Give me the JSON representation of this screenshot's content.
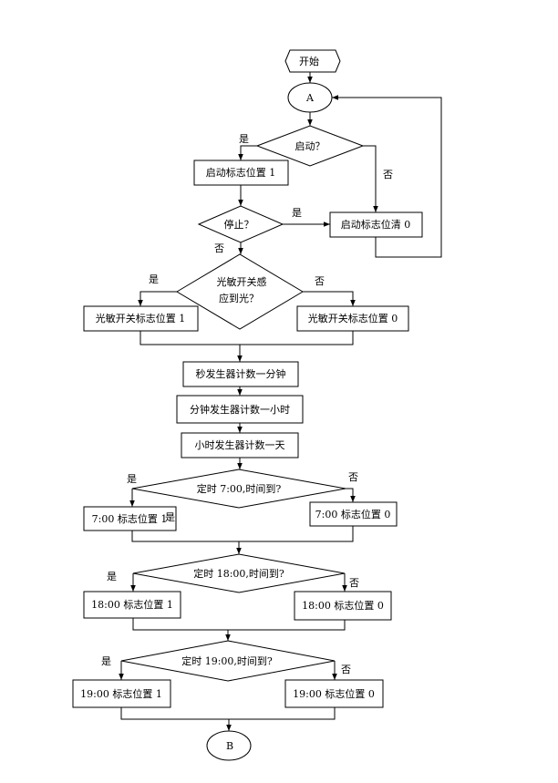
{
  "nodes": {
    "start": "开始",
    "connector_a": "A",
    "decision_start": "启动？",
    "set_start_flag": "启动标志位置 1",
    "decision_stop": "停止？",
    "clear_start_flag": "启动标志位清 0",
    "decision_light_line1": "光敏开关感",
    "decision_light_line2": "应到光？",
    "set_light_flag": "光敏开关标志位置 1",
    "clear_light_flag": "光敏开关标志位置 0",
    "second_counter": "秒发生器计数一分钟",
    "minute_counter": "分钟发生器计数一小时",
    "hour_counter": "小时发生器计数一天",
    "decision_700": "定时 7:00,时间到?",
    "set_700": "7:00 标志位置 1",
    "clear_700": "7:00 标志位置 0",
    "decision_1800": "定时 18:00,时间到?",
    "set_1800": "18:00 标志位置 1",
    "clear_1800": "18:00 标志位置 0",
    "decision_1900": "定时 19:00,时间到?",
    "set_1900": "19:00 标志位置 1",
    "clear_1900": "19:00 标志位置 0",
    "connector_b": "B"
  },
  "labels": {
    "start_yes": "是",
    "start_no": "否",
    "stop_yes": "是",
    "stop_no": "否",
    "light_yes": "是",
    "light_no": "否",
    "t700_yes": "是",
    "t700_no": "否",
    "t700_stray": "是",
    "t1800_yes": "是",
    "t1800_no": "否",
    "t1900_yes": "是",
    "t1900_no": "否"
  }
}
